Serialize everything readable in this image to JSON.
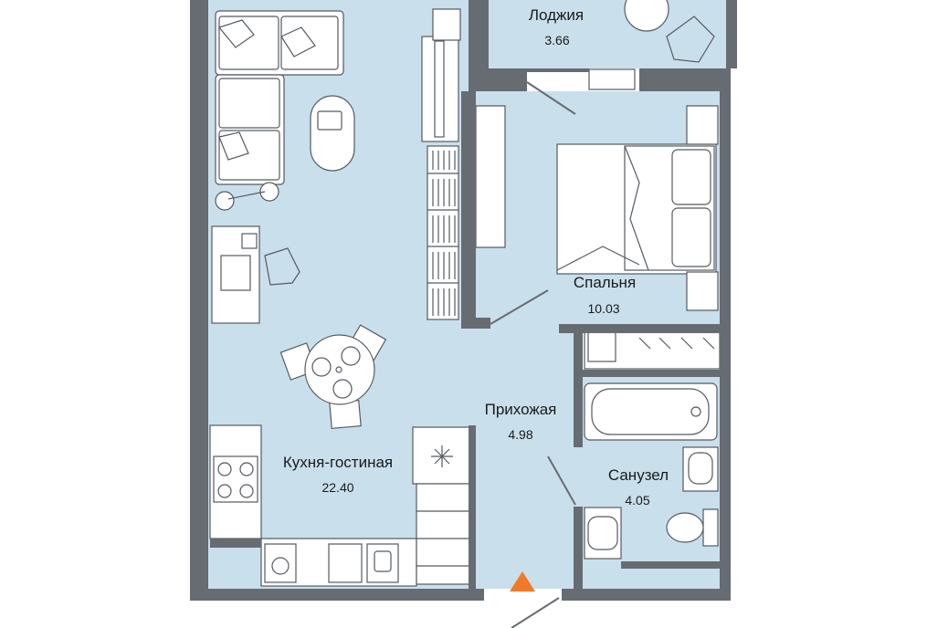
{
  "colors": {
    "floor": "#c9dfec",
    "wall": "#676c72",
    "furniture_fill": "#ffffff",
    "furniture_stroke": "#555a60",
    "entrance_marker": "#f07a2a"
  },
  "rooms": [
    {
      "id": "loggia",
      "name": "Лоджия",
      "area": "3.66"
    },
    {
      "id": "bedroom",
      "name": "Спальня",
      "area": "10.03"
    },
    {
      "id": "hallway",
      "name": "Прихожая",
      "area": "4.98"
    },
    {
      "id": "bathroom",
      "name": "Санузел",
      "area": "4.05"
    },
    {
      "id": "kitchen_living",
      "name": "Кухня-гостиная",
      "area": "22.40"
    }
  ],
  "icons": {
    "entrance": "entrance-arrow-icon"
  }
}
